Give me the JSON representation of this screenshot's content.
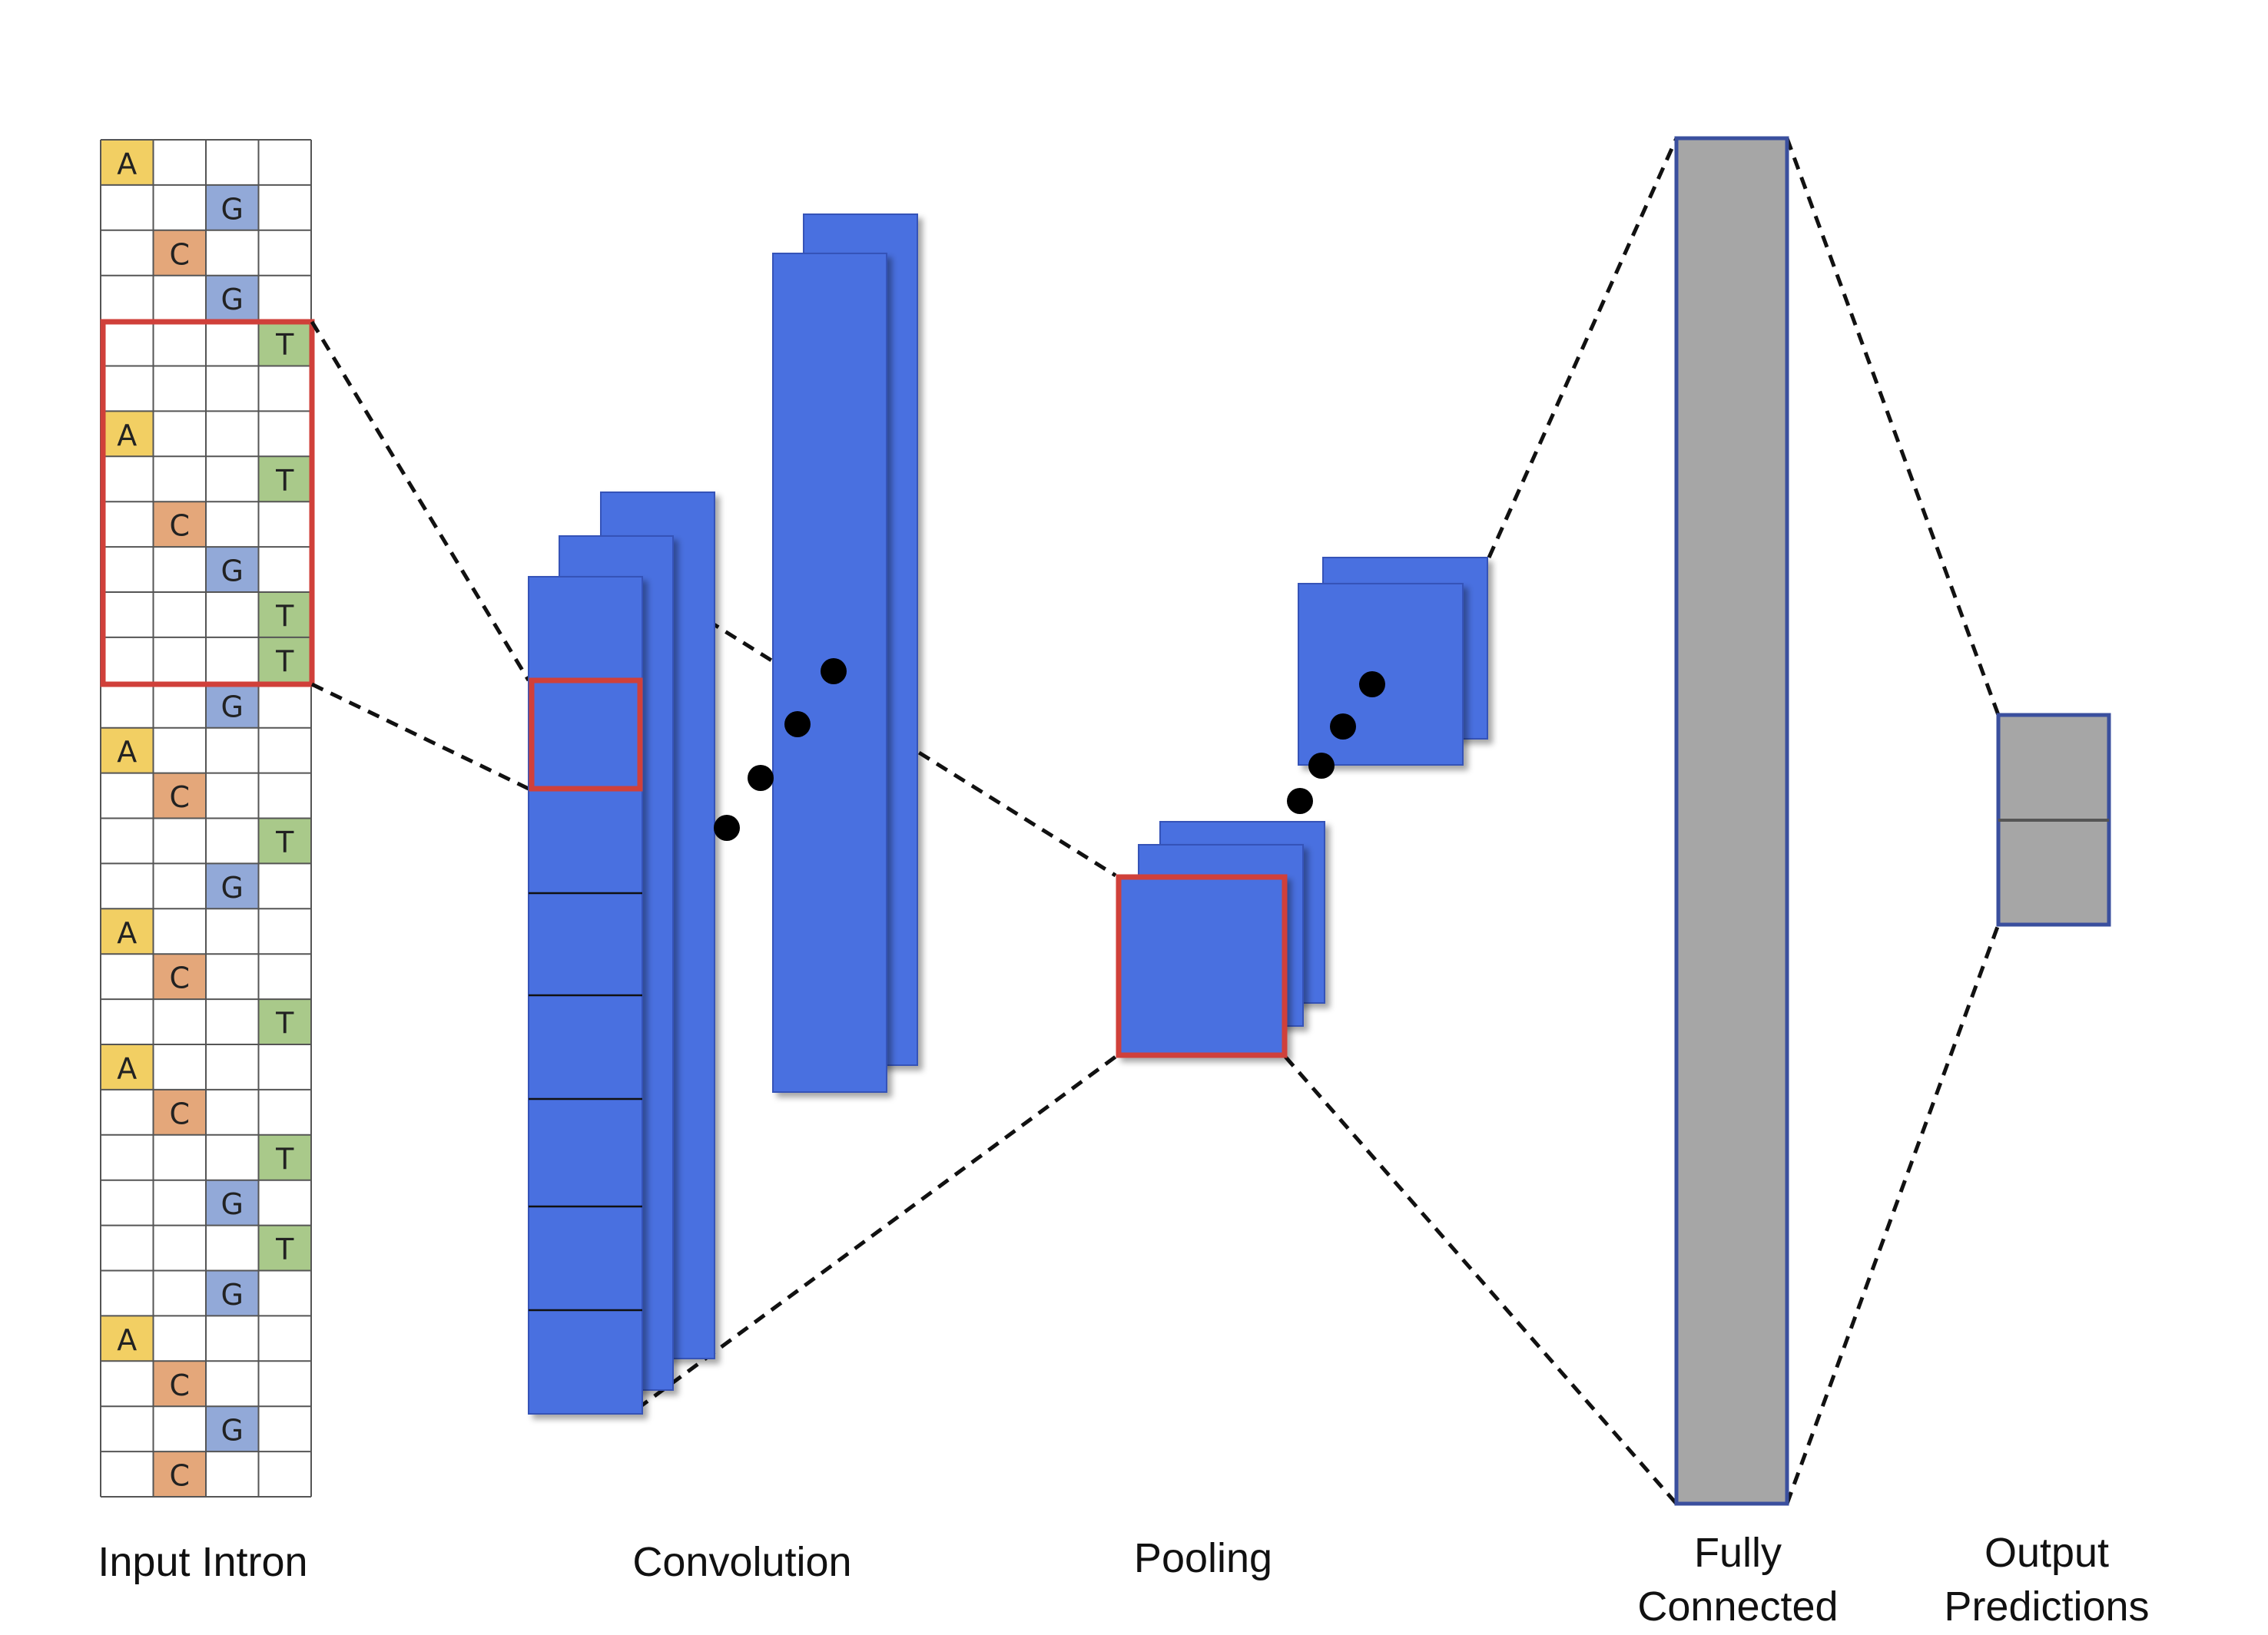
{
  "labels": {
    "input": "Input Intron",
    "convolution": "Convolution",
    "pooling": "Pooling",
    "fully_connected": [
      "Fully",
      "Connected"
    ],
    "output": [
      "Output",
      "Predictions"
    ]
  },
  "intron": {
    "columns": 4,
    "sequence": [
      "A",
      "G",
      "C",
      "G",
      "T",
      "",
      "A",
      "T",
      "C",
      "G",
      "T",
      "T",
      "G",
      "A",
      "C",
      "T",
      "G",
      "A",
      "C",
      "T",
      "A",
      "C",
      "T",
      "G",
      "T",
      "G",
      "A",
      "C",
      "G",
      "C"
    ],
    "column_of": {
      "A": 0,
      "C": 1,
      "G": 2,
      "T": 3
    },
    "colors": {
      "A": "#f2cf63",
      "C": "#e4a77a",
      "G": "#92a9d8",
      "T": "#a9c98a"
    },
    "highlight_rows": [
      4,
      11
    ]
  },
  "colors": {
    "block_blue": "#4a6fe0",
    "block_border": "#3553b8",
    "fc_gray": "#a6a6a6",
    "highlight_red": "#d0403a",
    "dashed": "#111111"
  }
}
